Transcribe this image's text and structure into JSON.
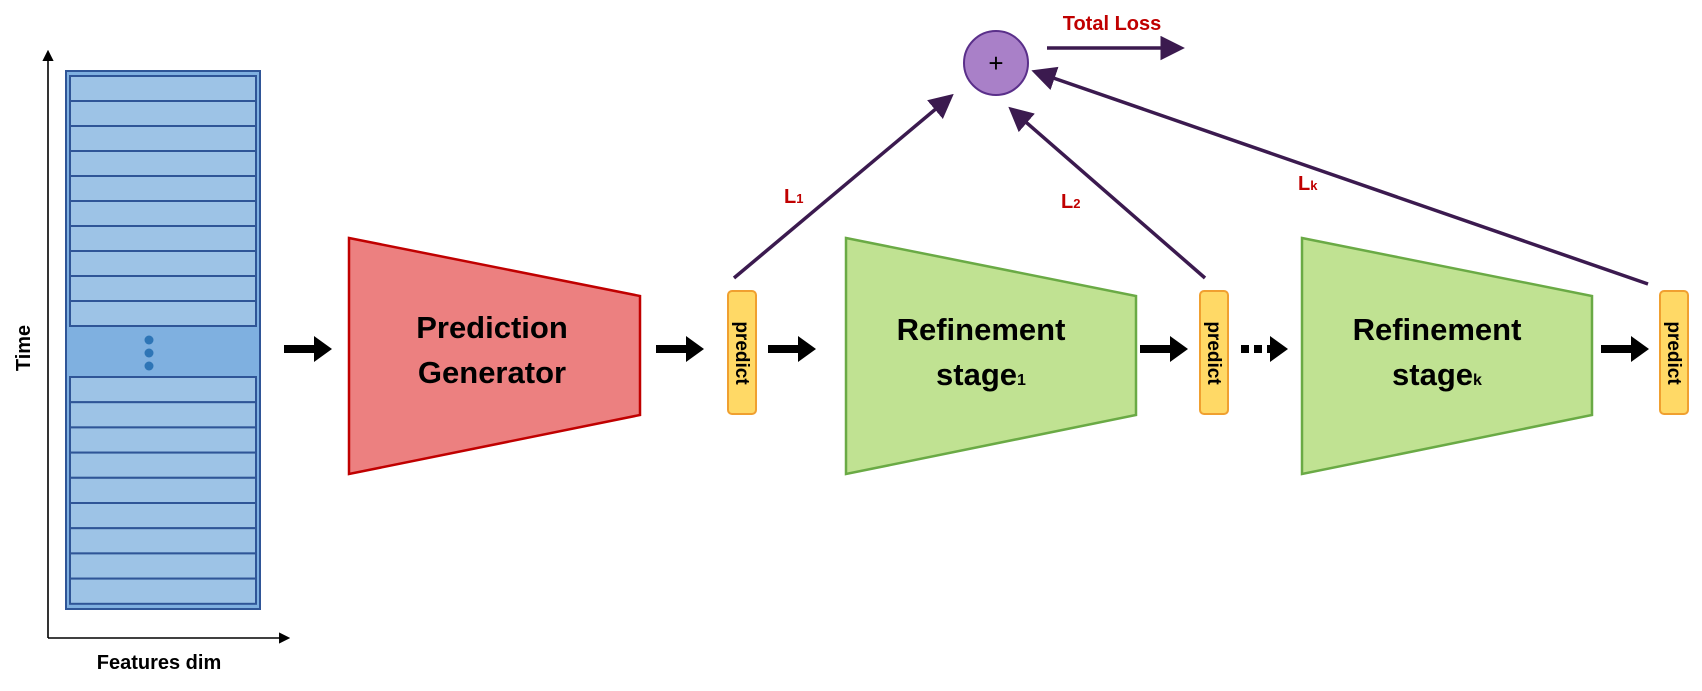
{
  "axes": {
    "y_label": "Time",
    "x_label": "Features dim"
  },
  "blocks": {
    "prediction_generator": {
      "line1": "Prediction",
      "line2": "Generator"
    },
    "refinement_1": {
      "line1": "Refinement",
      "line2": "stage",
      "sub": "1"
    },
    "refinement_k": {
      "line1": "Refinement",
      "line2": "stage",
      "sub": "k"
    }
  },
  "predict_label": "predict",
  "sum_symbol": "+",
  "losses": {
    "total": "Total Loss",
    "l1": {
      "base": "L",
      "sub": "1"
    },
    "l2": {
      "base": "L",
      "sub": "2"
    },
    "lk": {
      "base": "L",
      "sub": "k"
    }
  },
  "colors": {
    "generator_fill": "#ec8080",
    "generator_stroke": "#c00000",
    "refinement_fill": "#c0e292",
    "refinement_stroke": "#6aaa45",
    "predict_fill": "#ffd966",
    "predict_stroke": "#f0a030",
    "sum_fill": "#a980c8",
    "loss_arrow": "#3b1a4f",
    "loss_text": "#c00000",
    "frame_fill": "#7fb0e0",
    "frame_stroke": "#2f5597",
    "row_fill": "#9dc3e6"
  }
}
